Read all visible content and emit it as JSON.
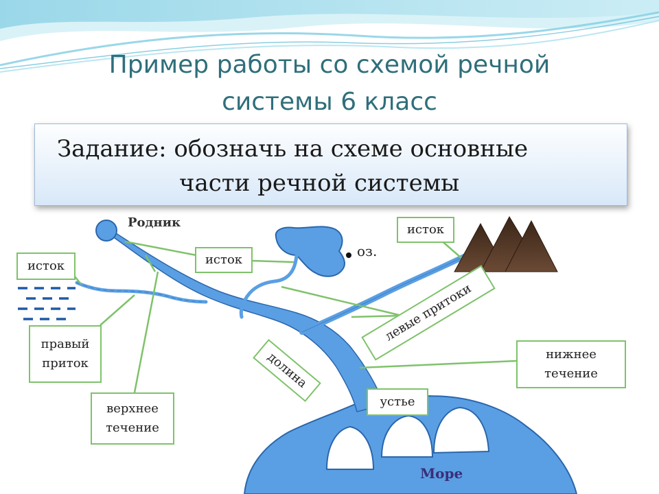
{
  "title": {
    "line1": "Пример работы со схемой речной",
    "line2": "системы 6 класс"
  },
  "task": {
    "line1": "Задание: обозначь на схеме основные",
    "line2": "части речной системы"
  },
  "labels": {
    "rodnik": "Родник",
    "lake": "оз.",
    "sea": "Море",
    "istok_left": "исток",
    "istok_middle": "исток",
    "istok_right": "исток",
    "right_tributary": [
      "правый",
      "приток"
    ],
    "upper_course": [
      "верхнее",
      "течение"
    ],
    "lower_course": [
      "нижнее",
      "течение"
    ],
    "mouth": "устье",
    "valley": "долина",
    "left_tributaries": "левые притоки"
  },
  "colors": {
    "water": "#5a9fe3",
    "water_outline": "#2a66ac",
    "label_border": "#7ec26a",
    "title": "#2f6f7b",
    "mountain": "#4a3224"
  }
}
